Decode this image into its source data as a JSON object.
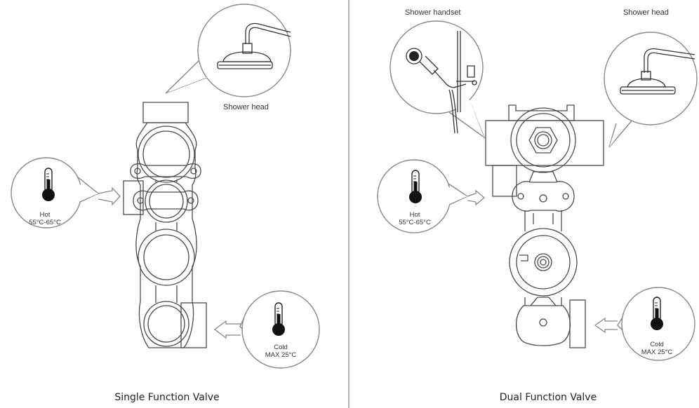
{
  "left_panel": {
    "caption": "Single Function Valve",
    "shower_head_label": "Shower head",
    "hot": {
      "label": "Hot",
      "range": "55°C-65°C"
    },
    "cold": {
      "label": "Cold",
      "range": "MAX 25°C"
    }
  },
  "right_panel": {
    "caption": "Dual Function Valve",
    "shower_handset_label": "Shower handset",
    "shower_head_label": "Shower head",
    "hot": {
      "label": "Hot",
      "range": "55°C-65°C"
    },
    "cold": {
      "label": "Cold",
      "range": "MAX 25°C"
    }
  },
  "colors": {
    "line": "#4a4a4a",
    "bubble_fill": "#ffffff",
    "bubble_stroke": "#888888",
    "mercury": "#111111"
  }
}
